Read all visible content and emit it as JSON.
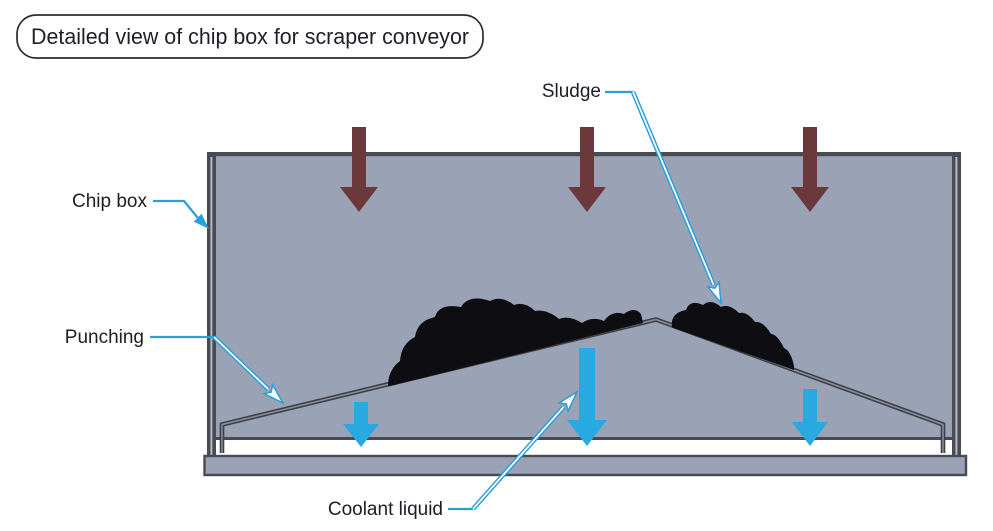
{
  "title": "Detailed view of chip box for scraper conveyor",
  "labels": {
    "sludge": "Sludge",
    "chip_box": "Chip box",
    "punching": "Punching",
    "coolant_liquid": "Coolant liquid"
  },
  "diagram": {
    "chip_fall_arrows_count": 3,
    "coolant_drain_arrows_count": 3
  },
  "colors": {
    "background": "#ffffff",
    "box-fill": "#9aa2b6",
    "wall-dark": "#4a4a53",
    "wall-light": "#b3b9c8",
    "plate-dark": "#3e3e46",
    "plate-core": "#8990a4",
    "chip-arrow": "#6b383b",
    "coolant-arrow": "#29a9e1",
    "leader-blue": "#2a9fd8",
    "sludge-fill": "#0e0e12",
    "label-text": "#1d1d26",
    "title-text": "#1f1f28",
    "title-border": "#2b2b33"
  }
}
